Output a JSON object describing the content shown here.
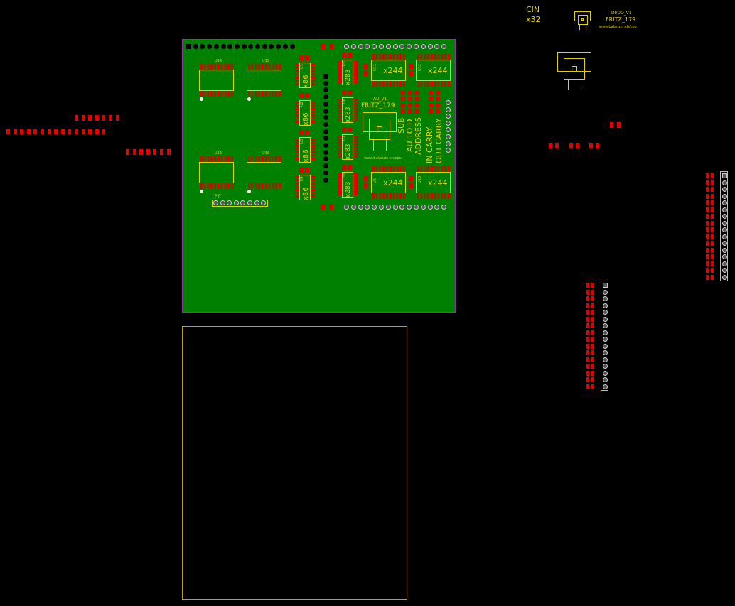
{
  "top_labels": {
    "cin": "CIN",
    "x32": "x32",
    "dido": "DI/DO_V1",
    "fritz2": "FRITZ_179",
    "url2": "www.balanzin.ch/cpu"
  },
  "board": {
    "au": "AU_V1",
    "fritz": "FRITZ_179",
    "url": "www.balanzin.ch/cpu",
    "rot_labels": [
      "SUB",
      "AU TO D",
      "ADDRESS",
      "IN CARRY",
      "OUT CARRY"
    ],
    "big_chips": [
      "U14",
      "U15",
      "U13",
      "U16"
    ],
    "small_chips": [
      {
        "ref": "U1",
        "val": "x86"
      },
      {
        "ref": "U2",
        "val": "x86"
      },
      {
        "ref": "U3",
        "val": "x86"
      },
      {
        "ref": "U4",
        "val": "x86"
      }
    ],
    "mid_chips": [
      {
        "ref": "U5",
        "val": "x283"
      },
      {
        "ref": "U6",
        "val": "x283"
      },
      {
        "ref": "U7",
        "val": "x283"
      },
      {
        "ref": "U8",
        "val": "x283"
      }
    ],
    "buf_chips": [
      {
        "ref": "U11",
        "val": "x244"
      },
      {
        "ref": "U12",
        "val": "x244"
      },
      {
        "ref": "U9",
        "val": "x244"
      },
      {
        "ref": "U10",
        "val": "x244"
      }
    ],
    "connector": "P7"
  },
  "colors": {
    "board": "#008000",
    "pad": "#e00000",
    "silk": "#e0d000",
    "edge": "#b020c0"
  }
}
